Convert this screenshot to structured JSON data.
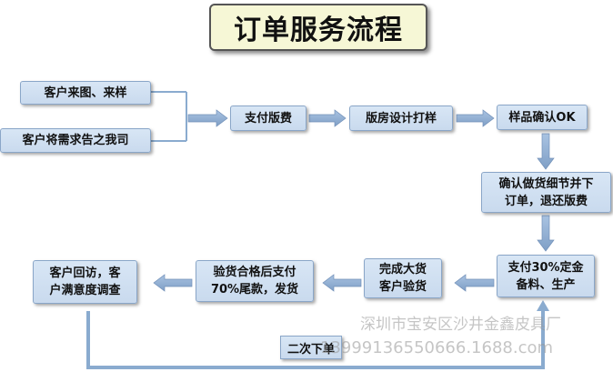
{
  "title": "订单服务流程",
  "nodes": {
    "customer_drawing": "客户来图、来样",
    "customer_requirements": "客户将需求告之我司",
    "pay_plate_fee": "支付版费",
    "plate_room": "版房设计打样",
    "sample_confirm": "样品确认OK",
    "confirm_details": "确认做货细节并下\n订单，退还版费",
    "deposit": "支付30%定金\n备料、生产",
    "inspection": "完成大货\n客户验货",
    "balance": "验货合格后支付\n70%尾款，发货",
    "followup": "客户回访，客\n户满意度调查"
  },
  "loop_label": "二次下单",
  "watermark": {
    "line1": "深圳市宝安区沙井金鑫皮具厂",
    "line2": "13999136550666.1688.com"
  },
  "colors": {
    "node_fill": "#d2e2f3",
    "arrow": "#8aabcf",
    "title_fill": "#f6f7d6"
  }
}
